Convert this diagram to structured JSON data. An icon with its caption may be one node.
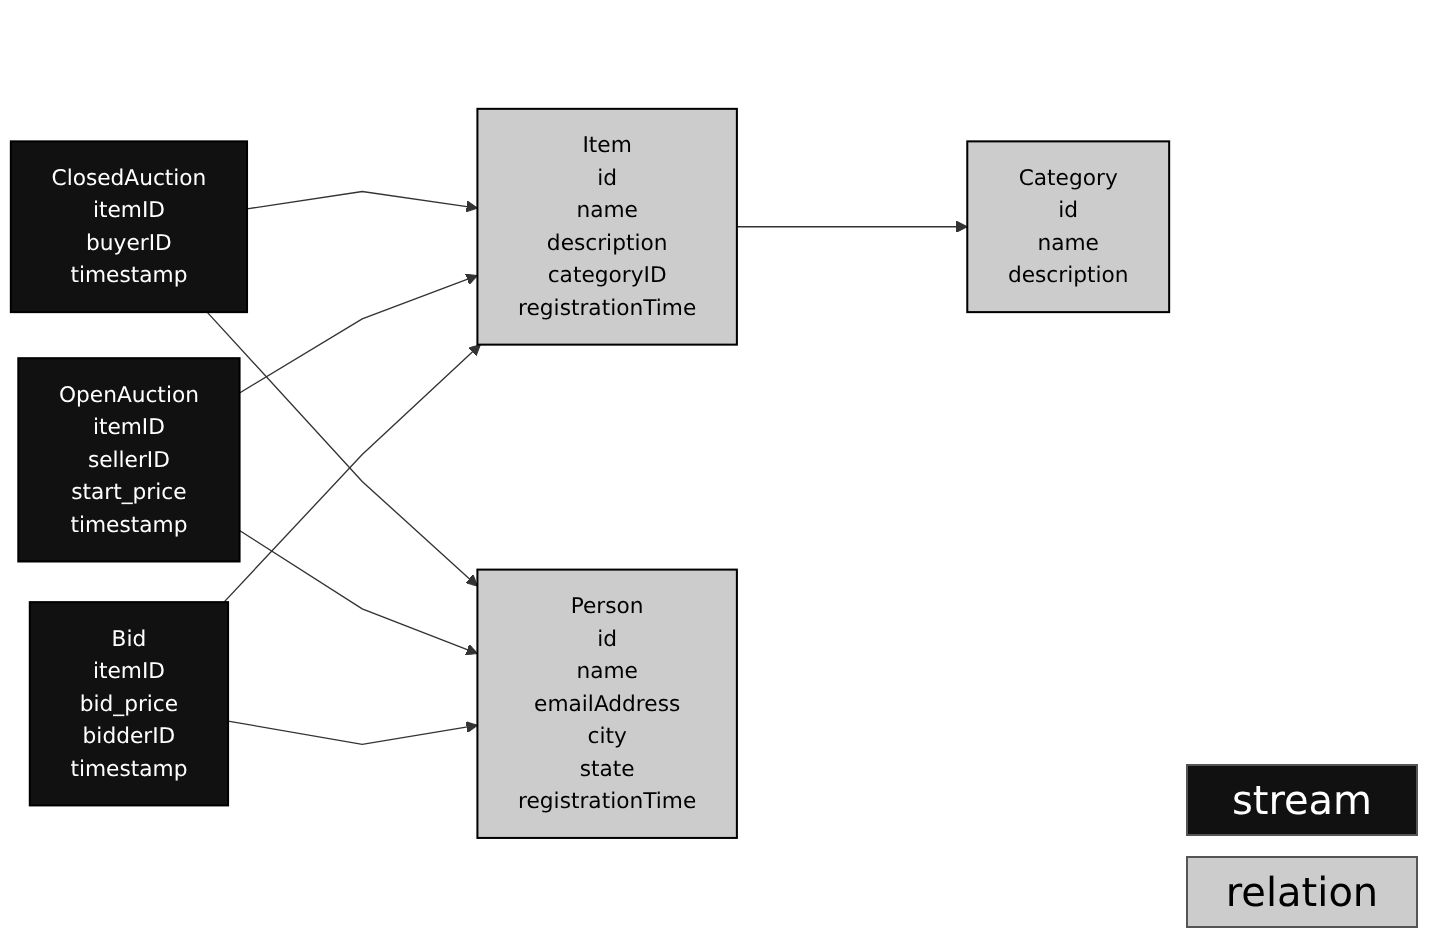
{
  "diagram": {
    "nodes": [
      {
        "text": [
          "ClosedAuction",
          "itemID",
          "buyerID",
          "timestamp"
        ]
      },
      {
        "text": [
          "Category",
          "id",
          "name",
          "description"
        ]
      },
      {
        "text": [
          "Item",
          "id",
          "name",
          "description",
          "categoryID",
          "registrationTime"
        ]
      },
      {
        "text": [
          "Person",
          "id",
          "name",
          "emailAddress",
          "city",
          "state",
          "registrationTime"
        ]
      },
      {
        "text": [
          "OpenAuction",
          "itemID",
          "sellerID",
          "start_price",
          "timestamp"
        ]
      },
      {
        "text": [
          "Bid",
          "itemID",
          "bid_price",
          "bidderID",
          "timestamp"
        ]
      }
    ],
    "edges": [
      {
        "from": 0,
        "to": 2,
        "arrow": "to"
      },
      {
        "from": 0,
        "to": 3,
        "arrow": "to"
      },
      {
        "from": 2,
        "to": 1,
        "arrow": "to"
      },
      {
        "from": 4,
        "to": 2,
        "arrow": "to"
      },
      {
        "from": 4,
        "to": 3,
        "arrow": "to"
      },
      {
        "from": 5,
        "to": 2,
        "arrow": "to"
      },
      {
        "from": 5,
        "to": 3,
        "arrow": "to"
      }
    ],
    "legend": [
      {
        "text": "stream",
        "color": "#111111"
      },
      {
        "text": "relation",
        "color": "#cccccc"
      }
    ]
  }
}
